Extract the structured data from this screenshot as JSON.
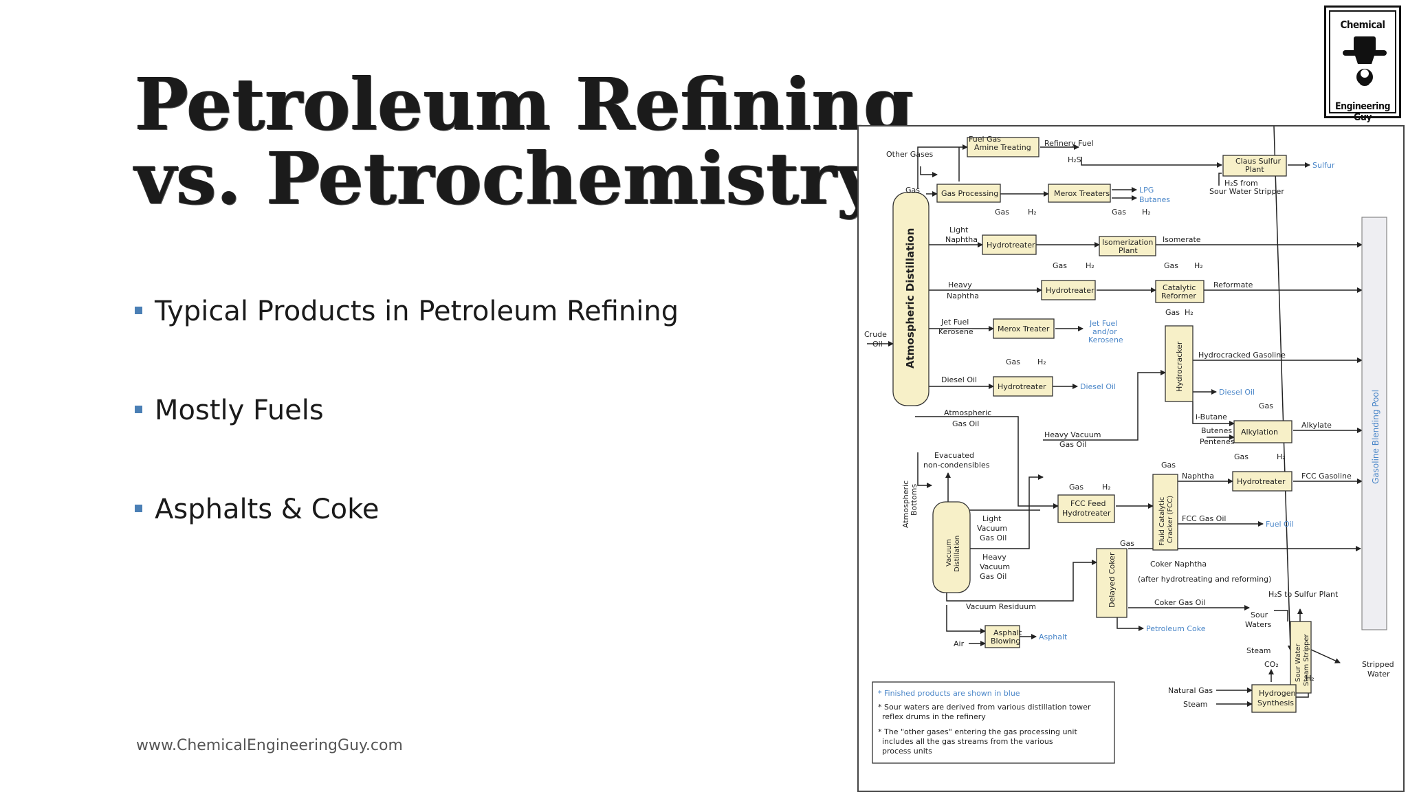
{
  "slide": {
    "title_line1": "Petroleum Refining",
    "title_line2": "vs. Petrochemistry",
    "bullets": [
      "Typical Products in Petroleum Refining",
      "Mostly Fuels",
      "Asphalts & Coke"
    ],
    "footer": "www.ChemicalEngineeringGuy.com",
    "accent_color": "#4a7fb5"
  },
  "logo": {
    "line1": "Chemical",
    "line2": "Engineering Guy",
    "icon": "hat-guy-icon"
  },
  "diagram": {
    "units": {
      "atm_distillation": "Atmospheric Distillation",
      "gas_processing": "Gas Processing",
      "amine_treating": "Amine Treating",
      "claus_sulfur_plant": [
        "Claus Sulfur",
        "Plant"
      ],
      "merox_treaters": "Merox Treaters",
      "hydrotreater": "Hydrotreater",
      "isomerization_plant": [
        "Isomerization",
        "Plant"
      ],
      "catalytic_reformer": [
        "Catalytic",
        "Reformer"
      ],
      "merox_treater": "Merox Treater",
      "hydrocracker": "Hydrocracker",
      "alkylation": "Alkylation",
      "fcc_feed_hydrotreater": [
        "FCC Feed",
        "Hydrotreater"
      ],
      "fcc": [
        "Fluid Catalytic",
        "Cracker (FCC)"
      ],
      "vacuum_distillation": [
        "Vacuum",
        "Distillation"
      ],
      "delayed_coker": "Delayed Coker",
      "asphalt_blowing": [
        "Asphalt",
        "Blowing"
      ],
      "sour_water_stripper": [
        "Sour Water",
        "Steam Stripper"
      ],
      "hydrogen_synthesis": [
        "Hydrogen",
        "Synthesis"
      ],
      "gasoline_blending_pool": "Gasoline Blending Pool"
    },
    "streams": {
      "fuel_gas": "Fuel Gas",
      "other_gases": "Other Gases",
      "gas": "Gas",
      "h2": "H₂",
      "h2s": "H₂S",
      "refinery_fuel": "Refinery Fuel",
      "h2s_from": "H₂S from",
      "sour_water_stripper": "Sour Water Stripper",
      "light_naphtha": [
        "Light",
        "Naphtha"
      ],
      "heavy_naphtha": [
        "Heavy",
        "Naphtha"
      ],
      "isomerate": "Isomerate",
      "reformate": "Reformate",
      "crude_oil": [
        "Crude",
        "Oil"
      ],
      "jet_fuel_kerosene": [
        "Jet Fuel",
        "Kerosene"
      ],
      "hydrocracked_gasoline": "Hydrocracked Gasoline",
      "diesel_oil": "Diesel Oil",
      "atm_gas_oil": [
        "Atmospheric",
        "Gas Oil"
      ],
      "i_butane": "i-Butane",
      "butenes": "Butenes",
      "pentenes": "Pentenes",
      "alkylate": "Alkylate",
      "heavy_vacuum_gas_oil": [
        "Heavy Vacuum",
        "Gas Oil"
      ],
      "evacuated": [
        "Evacuated",
        "non-condensibles"
      ],
      "atm_bottoms": [
        "Atmospheric",
        "Bottoms"
      ],
      "naphtha": "Naphtha",
      "fcc_gasoline": "FCC Gasoline",
      "light_vacuum_gas_oil": [
        "Light",
        "Vacuum",
        "Gas Oil"
      ],
      "fcc_gas_oil": "FCC Gas Oil",
      "heavy_vacuum_gas_oil2": [
        "Heavy",
        "Vacuum",
        "Gas Oil"
      ],
      "coker_naphtha": "Coker Naphtha",
      "after_hydrotreating": "(after hydrotreating and reforming)",
      "h2s_to_sulfur_plant": "H₂S to Sulfur Plant",
      "coker_gas_oil": "Coker Gas Oil",
      "vacuum_residuum": "Vacuum Residuum",
      "sour_waters": [
        "Sour",
        "Waters"
      ],
      "steam": "Steam",
      "air": "Air",
      "stripped_water": [
        "Stripped",
        "Water"
      ],
      "co2": "CO₂",
      "natural_gas": "Natural Gas"
    },
    "products": {
      "sulfur": "Sulfur",
      "lpg": "LPG",
      "butanes": "Butanes",
      "jet_fuel": [
        "Jet Fuel",
        "and/or",
        "Kerosene"
      ],
      "diesel_oil": "Diesel Oil",
      "fuel_oil": "Fuel Oil",
      "petroleum_coke": "Petroleum Coke",
      "asphalt": "Asphalt"
    },
    "notes": [
      "* Finished products are shown in blue",
      "* Sour waters are derived from various distillation tower",
      "reflex drums in the refinery",
      "* The \"other gases\" entering the gas processing unit",
      "includes all the gas streams from the various",
      "process units"
    ],
    "product_color": "#4a86c8",
    "unit_fill": "#f7f0c8"
  }
}
